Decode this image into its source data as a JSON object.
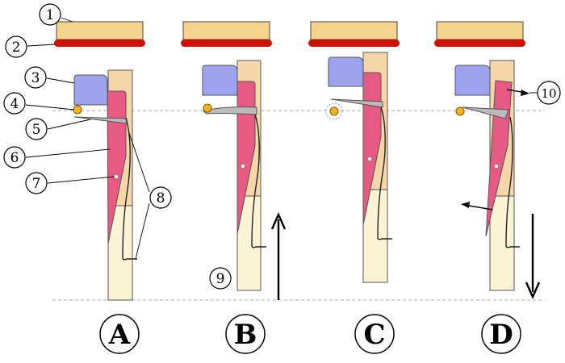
{
  "colors": {
    "felt": "#f5d58e",
    "felt_stroke": "#444444",
    "string": "#cc1100",
    "damper": "#9ea3f0",
    "jack_upper": "#f5d6a8",
    "jack_lower": "#fcf3d4",
    "tongue": "#e75a84",
    "plectrum": "#bbbbbb",
    "string_point": "#f4b41a",
    "guide_line": "#bbbbbb"
  },
  "callouts": [
    "1",
    "2",
    "3",
    "4",
    "5",
    "6",
    "7",
    "8",
    "9",
    "10"
  ],
  "stages": [
    "A",
    "B",
    "C",
    "D"
  ]
}
